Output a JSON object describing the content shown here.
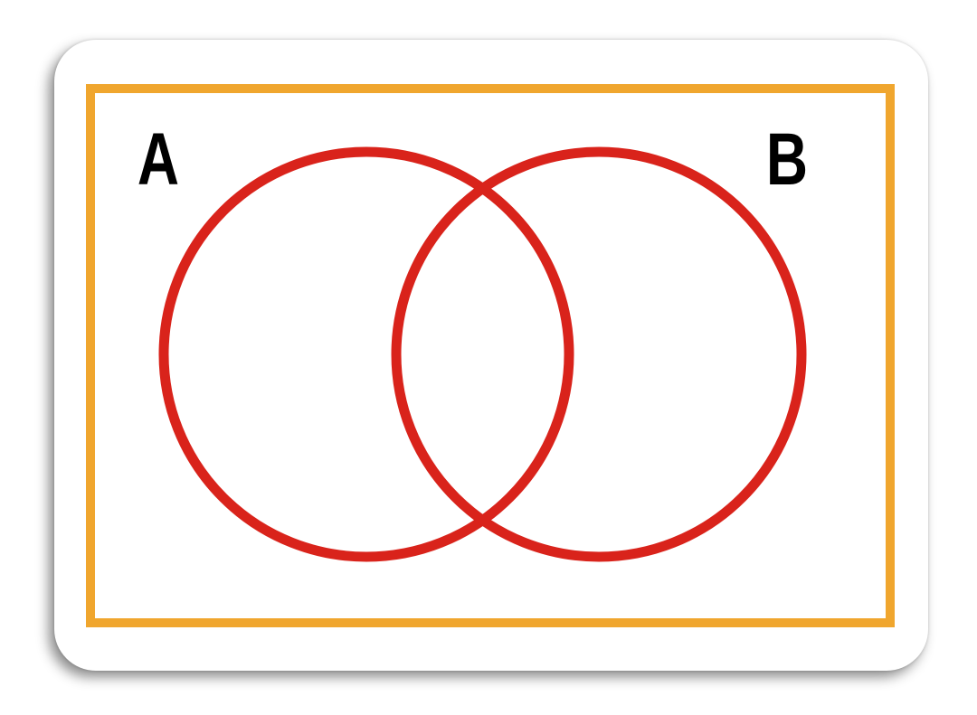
{
  "diagram": {
    "type": "venn",
    "sets": [
      {
        "label": "A"
      },
      {
        "label": "B"
      }
    ],
    "colors": {
      "universe_border": "#F0A62E",
      "circle_stroke": "#D9231B",
      "label": "#000000",
      "background": "#FFFFFF"
    }
  }
}
